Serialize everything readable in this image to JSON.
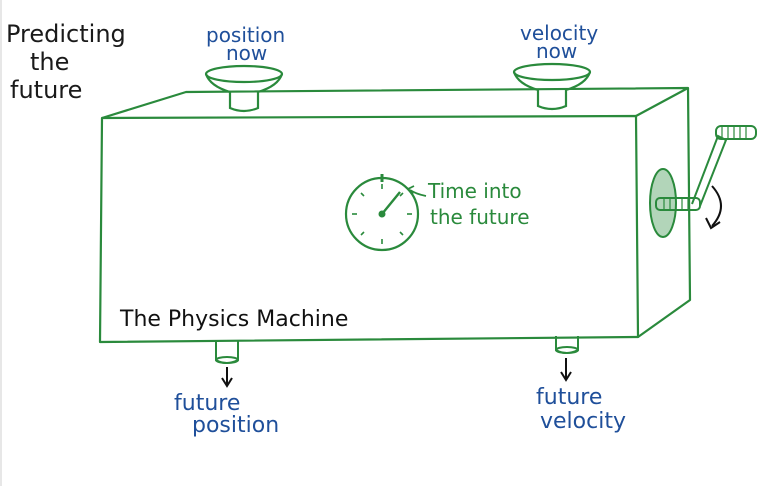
{
  "title_lines": [
    "Predicting",
    "the",
    "future"
  ],
  "inputs": {
    "position": [
      "position",
      "now"
    ],
    "velocity": [
      "velocity",
      "now"
    ]
  },
  "clock_label": [
    "Time into",
    "the future"
  ],
  "machine_label": "The Physics Machine",
  "outputs": {
    "position": [
      "future",
      "position"
    ],
    "velocity": [
      "future",
      "velocity"
    ]
  },
  "colors": {
    "machine": "#2a8a3c",
    "input_text": "#1f4f9a",
    "ink": "#111111"
  }
}
